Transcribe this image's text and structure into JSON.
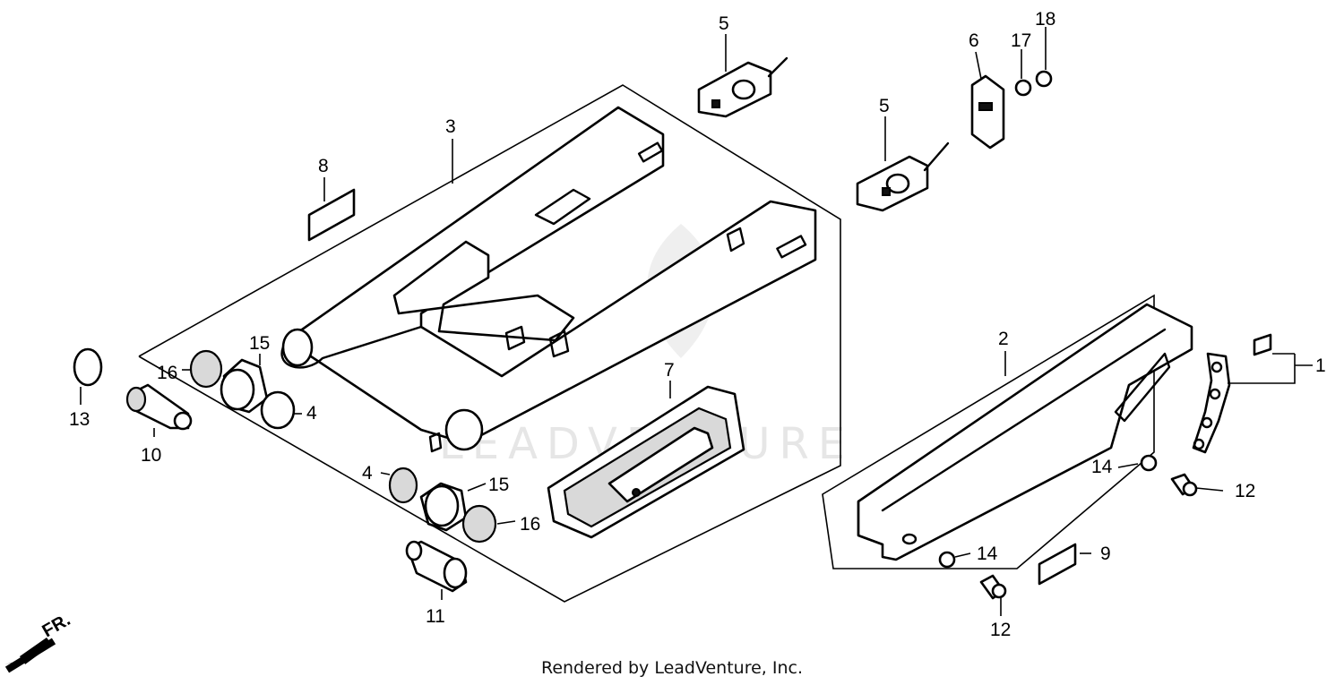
{
  "diagram": {
    "callouts": {
      "c1": "1",
      "c2": "2",
      "c3": "3",
      "c4a": "4",
      "c4b": "4",
      "c5a": "5",
      "c5b": "5",
      "c6": "6",
      "c7": "7",
      "c8": "8",
      "c9": "9",
      "c10": "10",
      "c11": "11",
      "c12a": "12",
      "c12b": "12",
      "c13": "13",
      "c14a": "14",
      "c14b": "14",
      "c15a": "15",
      "c15b": "15",
      "c16a": "16",
      "c16b": "16",
      "c17": "17",
      "c18": "18"
    },
    "direction_label": "FR.",
    "watermark": "LEADVENTURE"
  },
  "footer": {
    "credit": "Rendered by LeadVenture, Inc."
  }
}
